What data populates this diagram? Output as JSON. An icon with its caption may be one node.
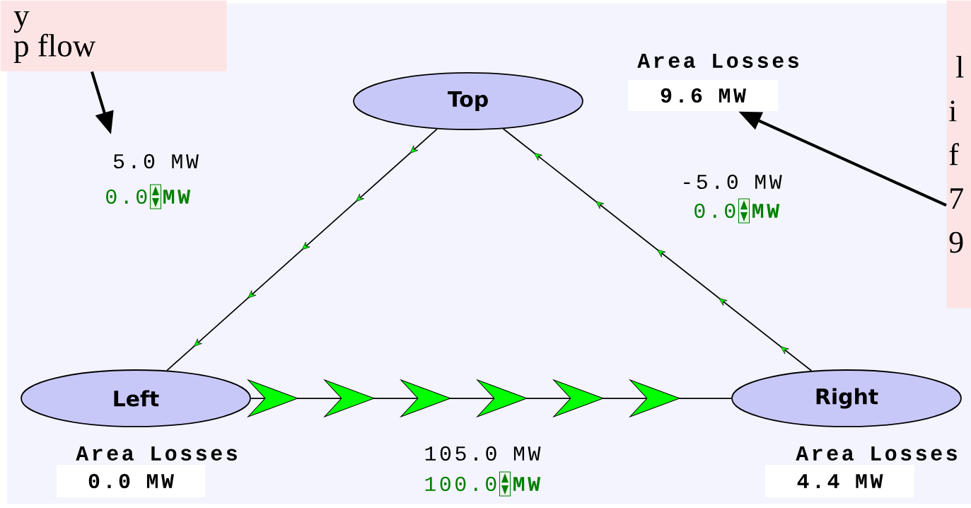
{
  "diagram": {
    "nodes": [
      {
        "text": [
          "Top"
        ]
      },
      {
        "text": [
          "Left"
        ]
      },
      {
        "text": [
          "Right"
        ]
      },
      {
        "text": [
          "y",
          "p flow"
        ]
      },
      {
        "text": [
          "l i f 7 9"
        ]
      },
      {
        "text": [
          "Area Losses",
          "9.6 MW"
        ]
      },
      {
        "text": [
          "Area Losses",
          "0.0 MW"
        ]
      },
      {
        "text": [
          "Area Losses",
          "4.4 MW"
        ]
      }
    ],
    "edges": [
      {
        "from": 0,
        "to": 1,
        "arrow": "to"
      },
      {
        "from": 2,
        "to": 0,
        "arrow": "to"
      },
      {
        "from": 1,
        "to": 2,
        "arrow": "to"
      },
      {
        "from": 3,
        "to": null,
        "arrow": "to",
        "style": "thick"
      },
      {
        "from": 4,
        "to": 5,
        "arrow": "to",
        "style": "thick"
      }
    ],
    "labels": [
      "5.0 MW",
      "0.0",
      "MW",
      "-5.0 MW",
      "0.0",
      "MW",
      "105.0 MW",
      "100.0",
      "MW"
    ]
  }
}
